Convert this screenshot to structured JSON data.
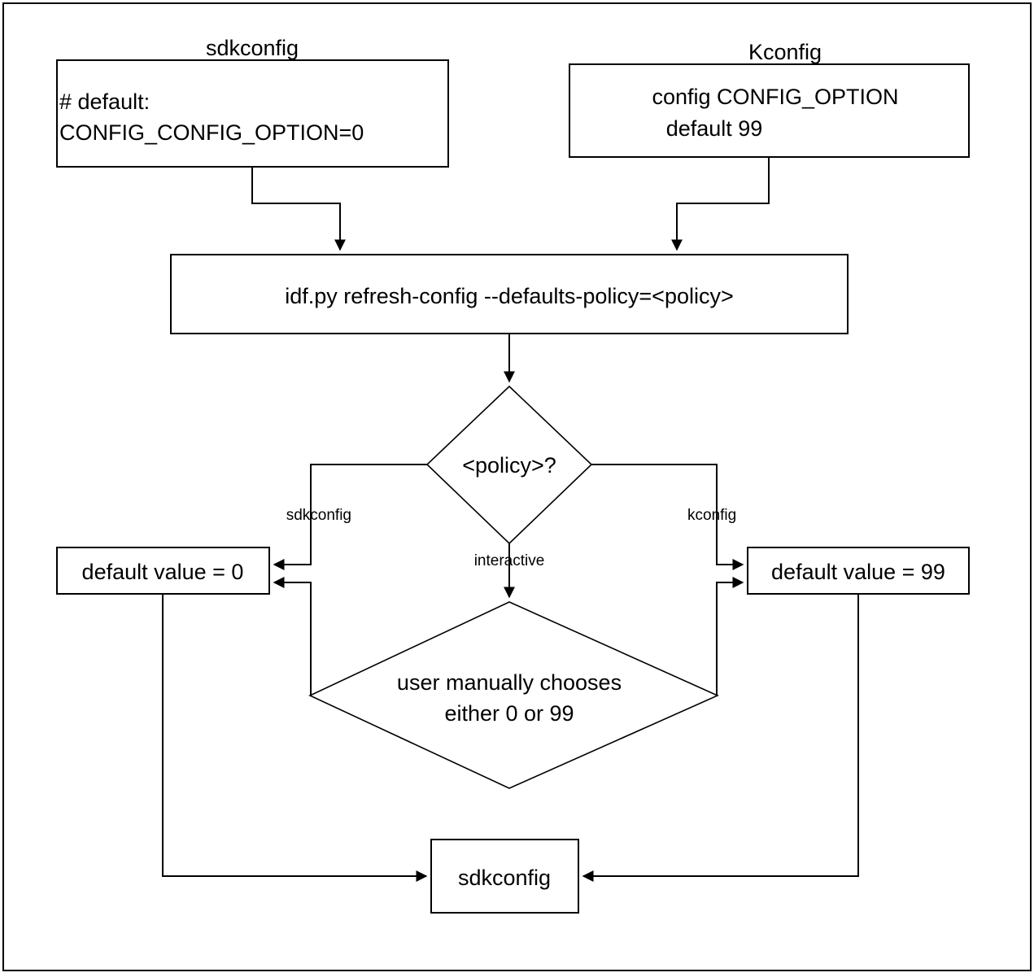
{
  "diagram": {
    "title_captions": {
      "left": "sdkconfig",
      "right": "Kconfig"
    },
    "nodes": {
      "sdkconfig_file": {
        "line1": "# default:",
        "line2": "CONFIG_CONFIG_OPTION=0"
      },
      "kconfig_file": {
        "line1": "config CONFIG_OPTION",
        "line2": "default 99"
      },
      "command": {
        "label": "idf.py refresh-config --defaults-policy=<policy>"
      },
      "policy_decision": {
        "label": "<policy>?"
      },
      "default_zero": {
        "label": "default value = 0"
      },
      "default_ninetynine": {
        "label": "default value = 99"
      },
      "manual_choice": {
        "line1": "user manually chooses",
        "line2": "either 0 or 99"
      },
      "sdkconfig_output": {
        "label": "sdkconfig"
      }
    },
    "edge_labels": {
      "branch_sdkconfig": "sdkconfig",
      "branch_kconfig": "kconfig",
      "branch_interactive": "interactive"
    },
    "colors": {
      "stroke": "#000000",
      "fill": "#ffffff",
      "text": "#000000"
    }
  }
}
